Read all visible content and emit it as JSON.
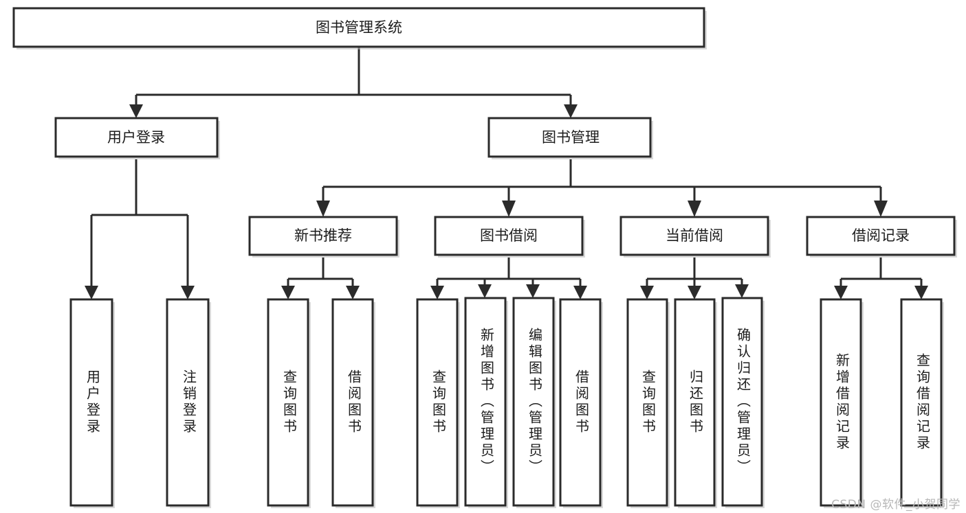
{
  "diagram": {
    "title": "图书管理系统",
    "type": "tree",
    "watermark": "CSDN @软件_小贺同学",
    "colors": {
      "stroke": "#2b2b2b",
      "box_fill": "#ffffff",
      "text": "#1c1c1c",
      "background": "#ffffff",
      "watermark": "#b7b7b7"
    },
    "levels": {
      "root": "图书管理系统",
      "level2": [
        "用户登录",
        "图书管理"
      ],
      "level3": [
        "新书推荐",
        "图书借阅",
        "当前借阅",
        "借阅记录"
      ]
    },
    "nodes": {
      "root": {
        "label": "图书管理系统"
      },
      "user_login": {
        "label": "用户登录"
      },
      "book_manage": {
        "label": "图书管理"
      },
      "new_book_rec": {
        "label": "新书推荐"
      },
      "book_borrow": {
        "label": "图书借阅"
      },
      "current_borrow": {
        "label": "当前借阅"
      },
      "borrow_record": {
        "label": "借阅记录"
      },
      "leaf_user_login": {
        "label": "用户登录"
      },
      "leaf_logout": {
        "label": "注销登录"
      },
      "leaf_query_book_1": {
        "label": "查询图书"
      },
      "leaf_borrow_book_1": {
        "label": "借阅图书"
      },
      "leaf_query_book_2": {
        "label": "查询图书"
      },
      "leaf_add_book_admin": {
        "label": "新增图书（管理员）"
      },
      "leaf_edit_book_admin": {
        "label": "编辑图书（管理员）"
      },
      "leaf_borrow_book_2": {
        "label": "借阅图书"
      },
      "leaf_query_book_3": {
        "label": "查询图书"
      },
      "leaf_return_book": {
        "label": "归还图书"
      },
      "leaf_confirm_return_admin": {
        "label": "确认归还（管理员）"
      },
      "leaf_add_borrow_record": {
        "label": "新增借阅记录"
      },
      "leaf_query_borrow_record": {
        "label": "查询借阅记录"
      }
    },
    "edges": [
      {
        "from": "root",
        "to": "user_login"
      },
      {
        "from": "root",
        "to": "book_manage"
      },
      {
        "from": "user_login",
        "to": "leaf_user_login"
      },
      {
        "from": "user_login",
        "to": "leaf_logout"
      },
      {
        "from": "book_manage",
        "to": "new_book_rec"
      },
      {
        "from": "book_manage",
        "to": "book_borrow"
      },
      {
        "from": "book_manage",
        "to": "current_borrow"
      },
      {
        "from": "book_manage",
        "to": "borrow_record"
      },
      {
        "from": "new_book_rec",
        "to": "leaf_query_book_1"
      },
      {
        "from": "new_book_rec",
        "to": "leaf_borrow_book_1"
      },
      {
        "from": "book_borrow",
        "to": "leaf_query_book_2"
      },
      {
        "from": "book_borrow",
        "to": "leaf_add_book_admin"
      },
      {
        "from": "book_borrow",
        "to": "leaf_edit_book_admin"
      },
      {
        "from": "book_borrow",
        "to": "leaf_borrow_book_2"
      },
      {
        "from": "current_borrow",
        "to": "leaf_query_book_3"
      },
      {
        "from": "current_borrow",
        "to": "leaf_return_book"
      },
      {
        "from": "current_borrow",
        "to": "leaf_confirm_return_admin"
      },
      {
        "from": "borrow_record",
        "to": "leaf_add_borrow_record"
      },
      {
        "from": "borrow_record",
        "to": "leaf_query_borrow_record"
      }
    ]
  }
}
